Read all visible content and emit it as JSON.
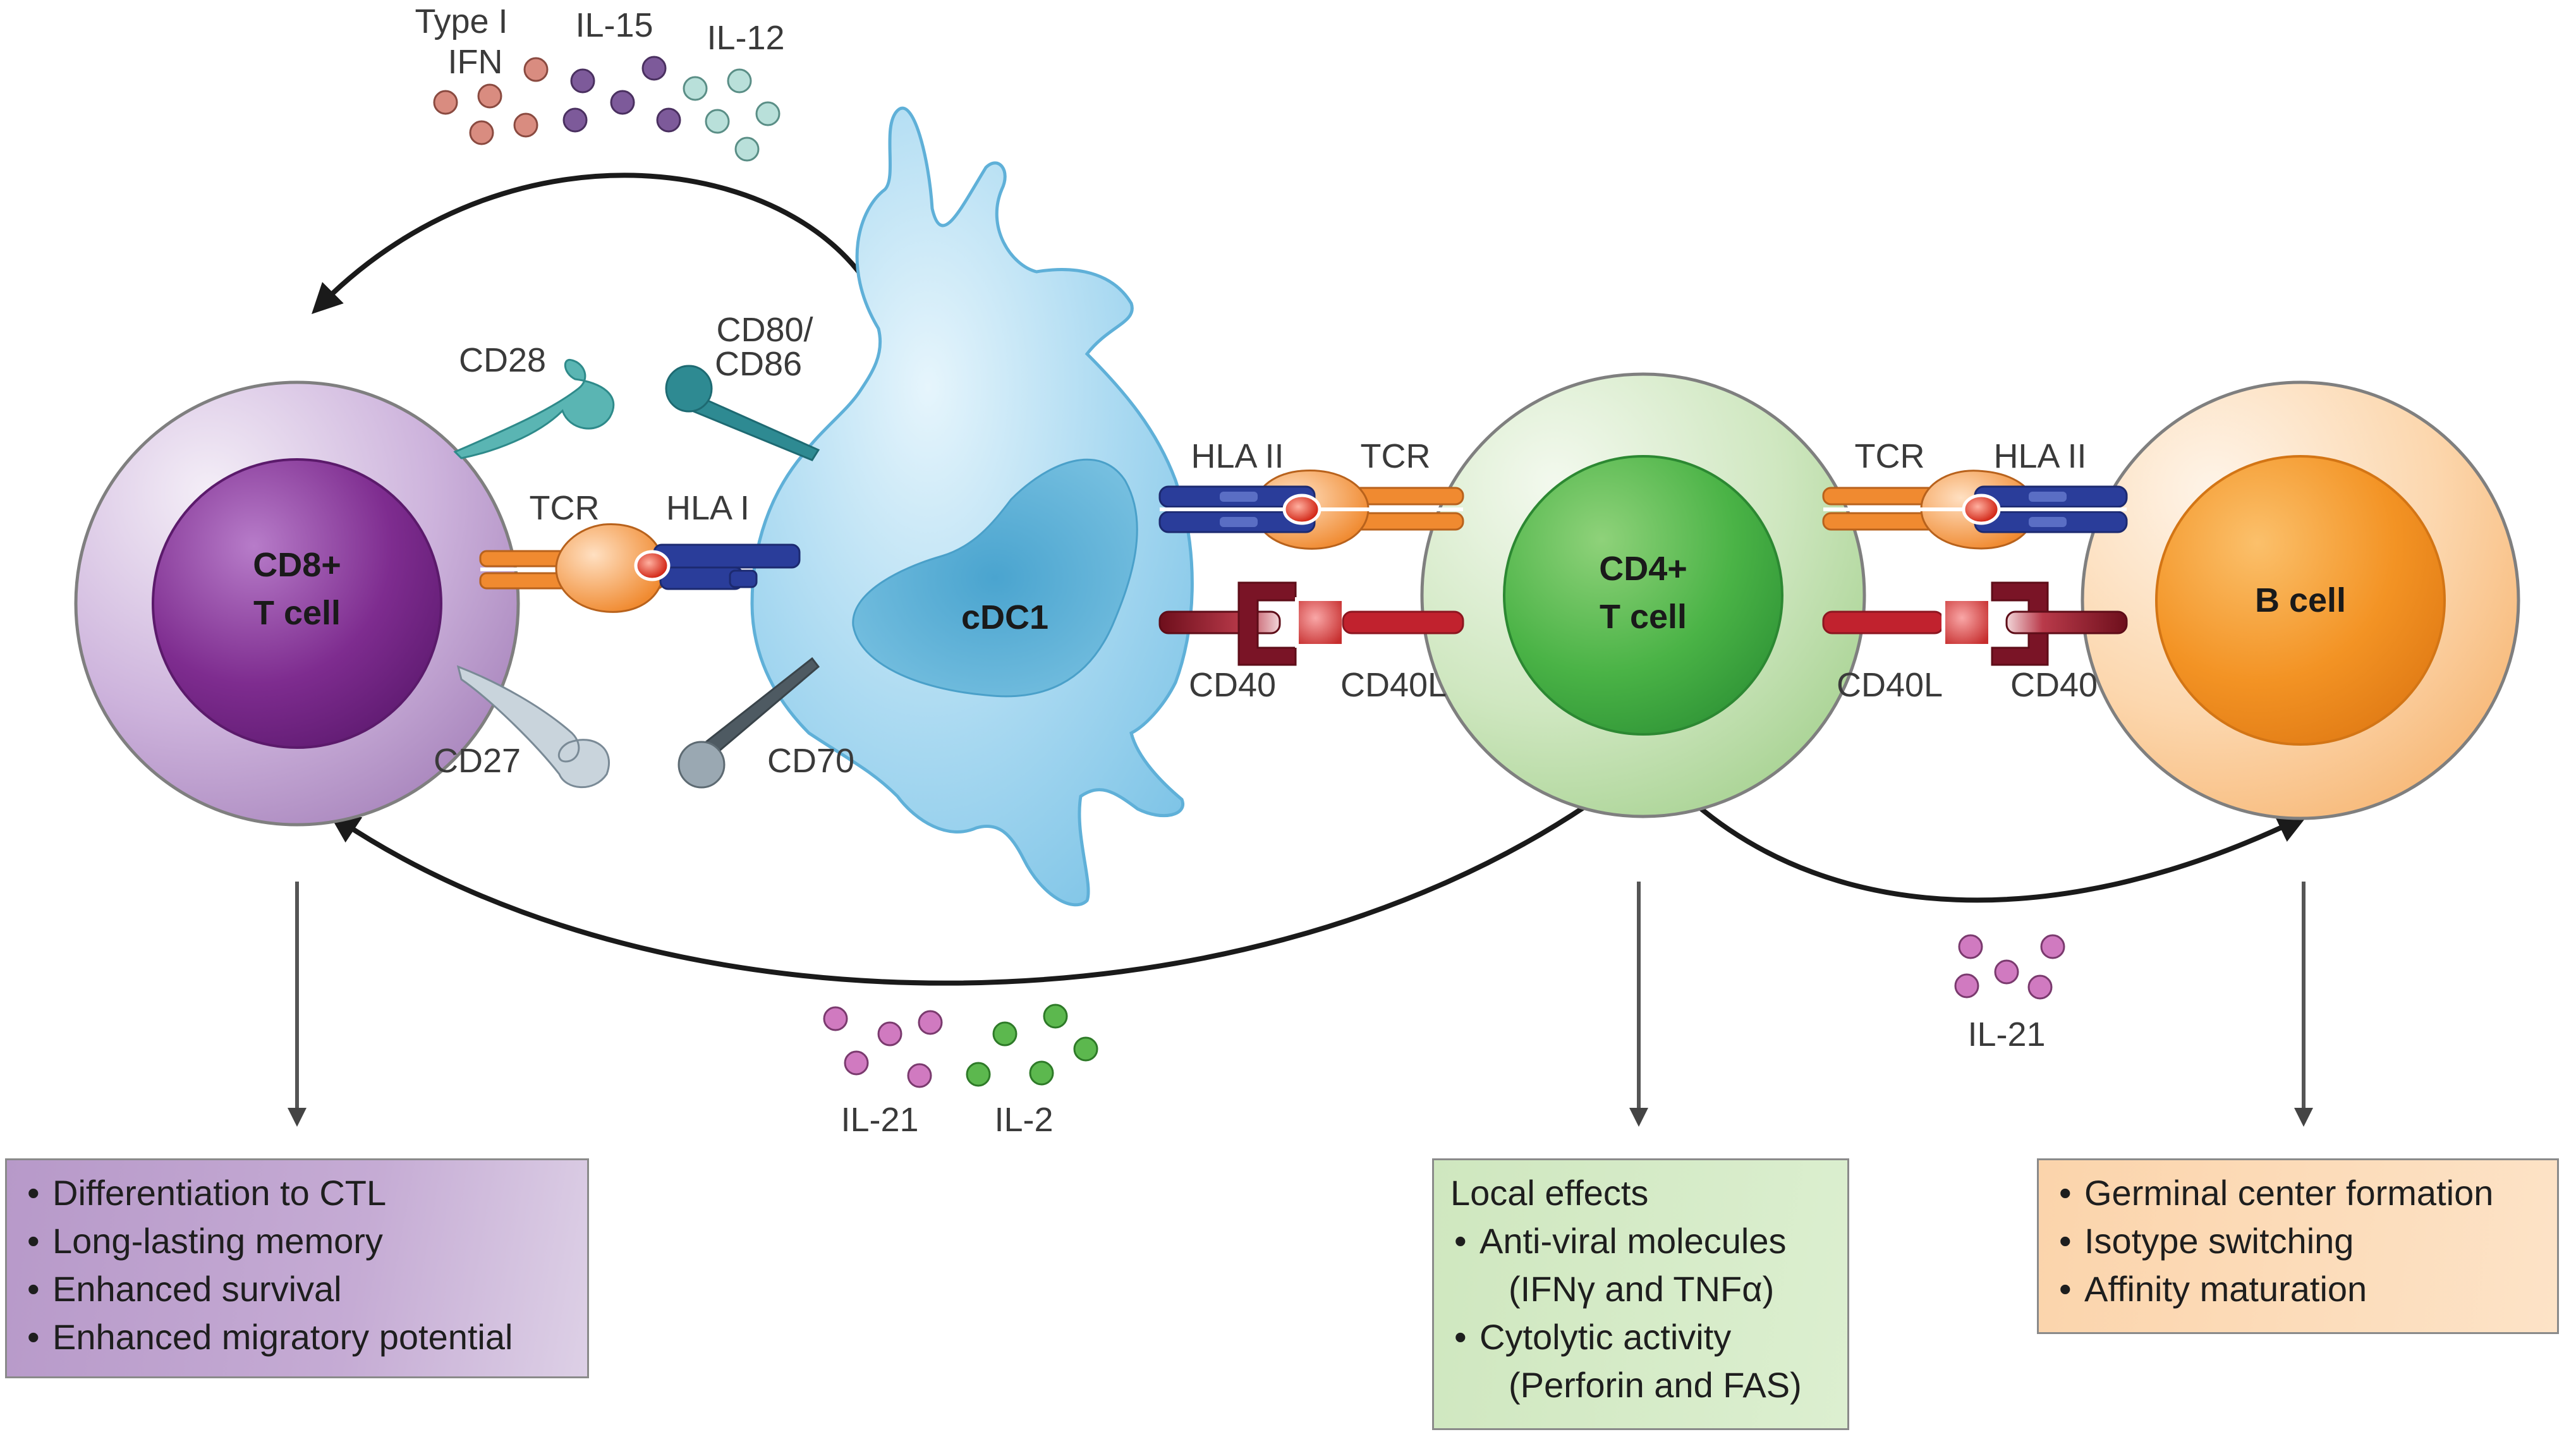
{
  "cells": {
    "cd8": {
      "line1": "CD8+",
      "line2": "T cell"
    },
    "cdc1": {
      "label": "cDC1"
    },
    "cd4": {
      "line1": "CD4+",
      "line2": "T cell"
    },
    "bcell": {
      "label": "B cell"
    }
  },
  "cytokines": {
    "type1ifn": {
      "line1": "Type I",
      "line2": "IFN"
    },
    "il15": "IL-15",
    "il12": "IL-12",
    "il21_left": "IL-21",
    "il2": "IL-2",
    "il21_right": "IL-21"
  },
  "receptors": {
    "cd28": "CD28",
    "cd27": "CD27",
    "tcr_cd8": "TCR",
    "hla1": "HLA I",
    "cd80_86": {
      "line1": "CD80/",
      "line2": "CD86"
    },
    "cd70": "CD70",
    "hla2_left": "HLA II",
    "tcr_cd4_left": "TCR",
    "cd40_left": "CD40",
    "cd40l_left": "CD40L",
    "tcr_cd4_right": "TCR",
    "hla2_right": "HLA II",
    "cd40l_right": "CD40L",
    "cd40_right": "CD40"
  },
  "boxes": {
    "cd8": [
      "Differentiation to CTL",
      "Long-lasting memory",
      "Enhanced survival",
      "Enhanced migratory potential"
    ],
    "cd4": {
      "heading": "Local effects",
      "items": [
        "Anti-viral molecules",
        "(IFNγ and TNFα)",
        "Cytolytic activity",
        "(Perforin and FAS)"
      ]
    },
    "bcell": [
      "Germinal center formation",
      "Isotype switching",
      "Affinity maturation"
    ]
  },
  "colors": {
    "cd8_outer": "#c9add8",
    "cd8_inner": "#7a2a8c",
    "cdc1": "#a9d8f0",
    "cdc1_nucleus": "#5cb3d6",
    "cd4_outer": "#cfe6c0",
    "cd4_inner": "#4cb849",
    "bcell_outer": "#fcd8b0",
    "bcell_inner": "#f39324",
    "tcr_orange": "#f08a30",
    "hla_blue": "#2a3d9a",
    "cd40_red": "#b21f2c",
    "ifn_dot": "#d98c80",
    "il15_dot": "#7d5a9a",
    "il12_dot": "#b9e0da",
    "il21_dot": "#d07ac0",
    "il2_dot": "#5cb84e"
  }
}
